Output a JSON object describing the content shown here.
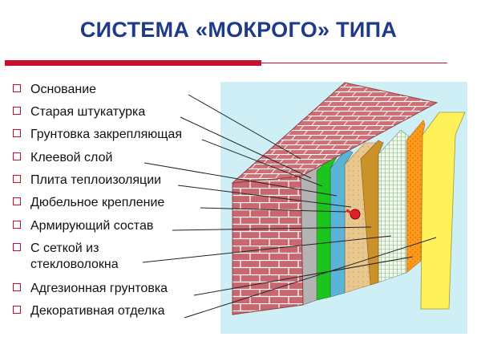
{
  "title": "СИСТЕМА «МОКРОГО» ТИПА",
  "legend": {
    "items": [
      {
        "label": "Основание"
      },
      {
        "label": "Старая штукатурка"
      },
      {
        "label": "Грунтовка закрепляющая"
      },
      {
        "label": "Клеевой слой"
      },
      {
        "label": "Плита теплоизоляции"
      },
      {
        "label": "Дюбельное крепление"
      },
      {
        "label": "Армирующий состав"
      },
      {
        "label": "С сеткой из",
        "label2": "стекловолокна"
      },
      {
        "label": "Адгезионная грунтовка"
      },
      {
        "label": "Декоративная отделка"
      }
    ]
  },
  "colors": {
    "title": "#1f3a8a",
    "accent_red": "#c8102e",
    "panel": "#cfeff6",
    "brick": "#c8676e",
    "old_plaster": "#b3b3b3",
    "primer": "#1ec41e",
    "glue": "#5bb4d6",
    "insulation": "#e8c48f",
    "insulation_edge": "#c9922b",
    "mesh": "#f2f2f2",
    "adhesion_primer": "#ff9a1e",
    "decor": "#fff15a"
  }
}
